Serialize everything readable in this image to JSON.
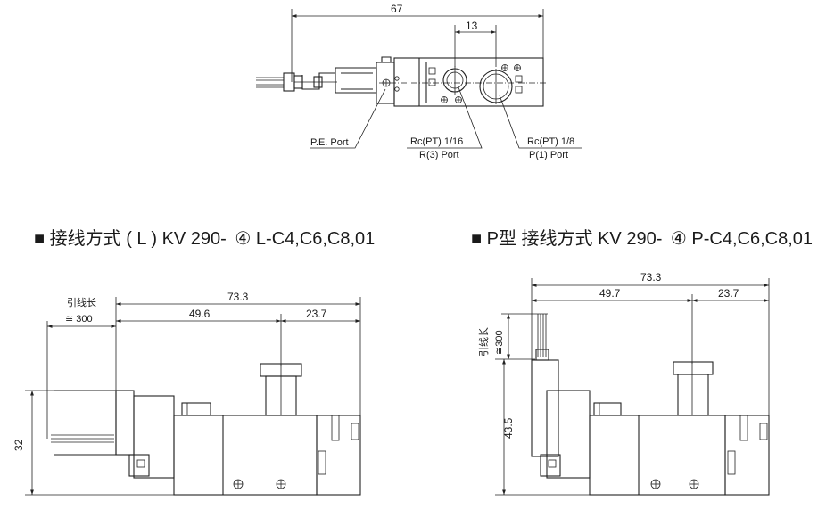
{
  "top_view": {
    "dim_overall": "67",
    "dim_pitch": "13",
    "pe_port": "P.E. Port",
    "r_port_thread": "Rc(PT)  1/16",
    "r_port_name": "R(3)  Port",
    "p_port_thread": "Rc(PT)  1/8",
    "p_port_name": "P(1)  Port"
  },
  "left_view": {
    "caption_prefix": "■ 接线方式 ( L ) KV 290-",
    "caption_circle": "④",
    "caption_suffix": "L-C4,C6,C8,01",
    "lead_label": "引线长",
    "lead_length": "≅ 300",
    "dim_total": "73.3",
    "dim_a": "49.6",
    "dim_b": "23.7",
    "dim_height": "32"
  },
  "right_view": {
    "caption_prefix": "■ P型 接线方式  KV 290-",
    "caption_circle": "④",
    "caption_suffix": "P-C4,C6,C8,01",
    "lead_label": "引线长",
    "lead_length": "≅300",
    "dim_total": "73.3",
    "dim_a": "49.7",
    "dim_b": "23.7",
    "dim_height": "43.5"
  }
}
